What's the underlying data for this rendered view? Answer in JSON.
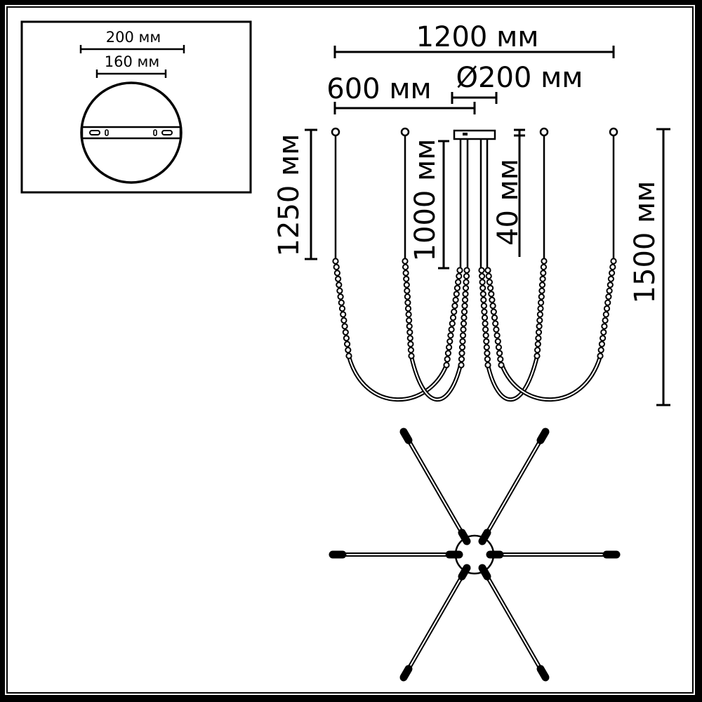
{
  "inset": {
    "outer_width_label": "200 мм",
    "mounting_bar_label": "160 мм"
  },
  "front_view": {
    "total_width_label": "1200 мм",
    "half_width_label": "600 мм",
    "canopy_diameter_label": "Ø200 мм",
    "outer_arm_height_label": "1250 мм",
    "inner_cord_height_label": "1000 мм",
    "canopy_height_label": "40 мм",
    "total_height_label": "1500 мм"
  },
  "top_view": {
    "arm_count": 6
  },
  "colors": {
    "line": "#000000",
    "background": "#ffffff"
  }
}
